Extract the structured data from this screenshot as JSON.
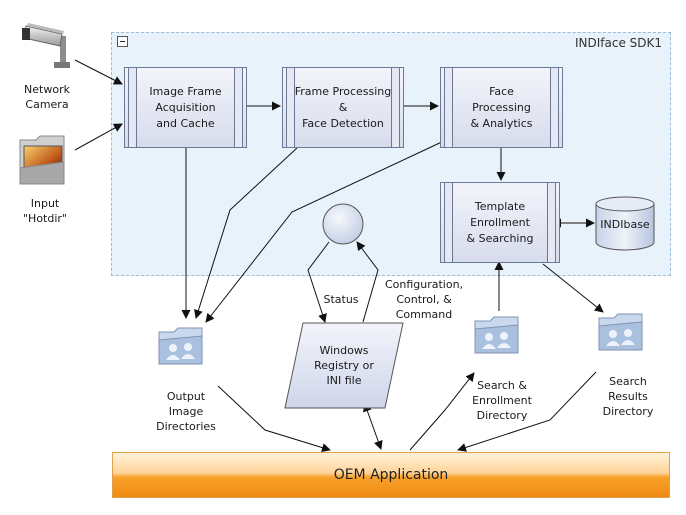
{
  "sdk": {
    "title": "INDIface SDK1"
  },
  "inputs": {
    "network_camera": "Network\nCamera",
    "hotdir": "Input\n\"Hotdir\""
  },
  "processes": {
    "acquisition": "Image Frame\nAcquisition\nand Cache",
    "detection": "Frame Processing\n&\nFace Detection",
    "analytics": "Face\nProcessing\n& Analytics",
    "enrollment": "Template\nEnrollment\n& Searching"
  },
  "database": {
    "label": "INDIbase"
  },
  "registry": {
    "label": "Windows\nRegistry or\nINI file"
  },
  "edges": {
    "status": "Status",
    "configuration": "Configuration,\nControl, &\nCommand"
  },
  "directories": {
    "output": "Output\nImage\nDirectories",
    "search_enrollment": "Search &\nEnrollment\nDirectory",
    "search_results": "Search\nResults\nDirectory"
  },
  "oem": {
    "label": "OEM Application"
  },
  "colors": {
    "panel_fill": "#e8f2fb",
    "process_fill": "#d7dcec",
    "oem_orange": "#f08a12",
    "folder_blue": "#b8cde8"
  },
  "icons": {
    "camera": "security-camera-icon",
    "hotdir": "photo-folder-icon",
    "folders": "user-group-folder-icon"
  }
}
